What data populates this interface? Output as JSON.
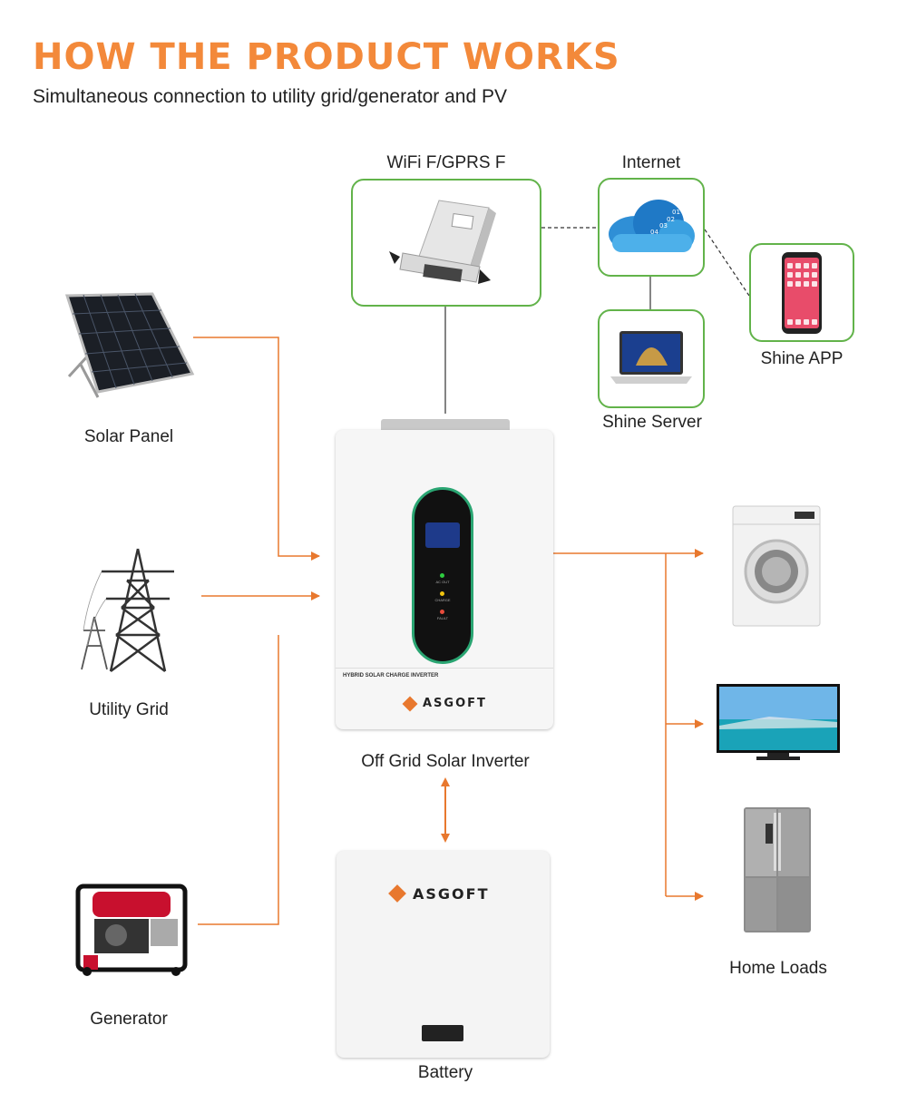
{
  "header": {
    "title": "HOW THE PRODUCT WORKS",
    "subtitle": "Simultaneous connection to utility grid/generator and PV"
  },
  "nodes": {
    "wifi": "WiFi F/GPRS F",
    "internet": "Internet",
    "shine_app": "Shine APP",
    "shine_server": "Shine Server",
    "solar_panel": "Solar Panel",
    "utility_grid": "Utility Grid",
    "generator": "Generator",
    "inverter": "Off Grid Solar Inverter",
    "battery": "Battery",
    "home_loads": "Home Loads"
  },
  "inverter_device": {
    "model_text": "HYBRID SOLAR CHARGE INVERTER",
    "brand": "ASGOFT",
    "led_labels": [
      "AC OUT",
      "CHARGE",
      "FAULT"
    ]
  },
  "battery_device": {
    "brand": "ASGOFT"
  },
  "cloud_tags": [
    "01",
    "02",
    "03",
    "04"
  ],
  "colors": {
    "accent": "#f3893a",
    "frame": "#62b34a",
    "line": "#e8782e"
  }
}
